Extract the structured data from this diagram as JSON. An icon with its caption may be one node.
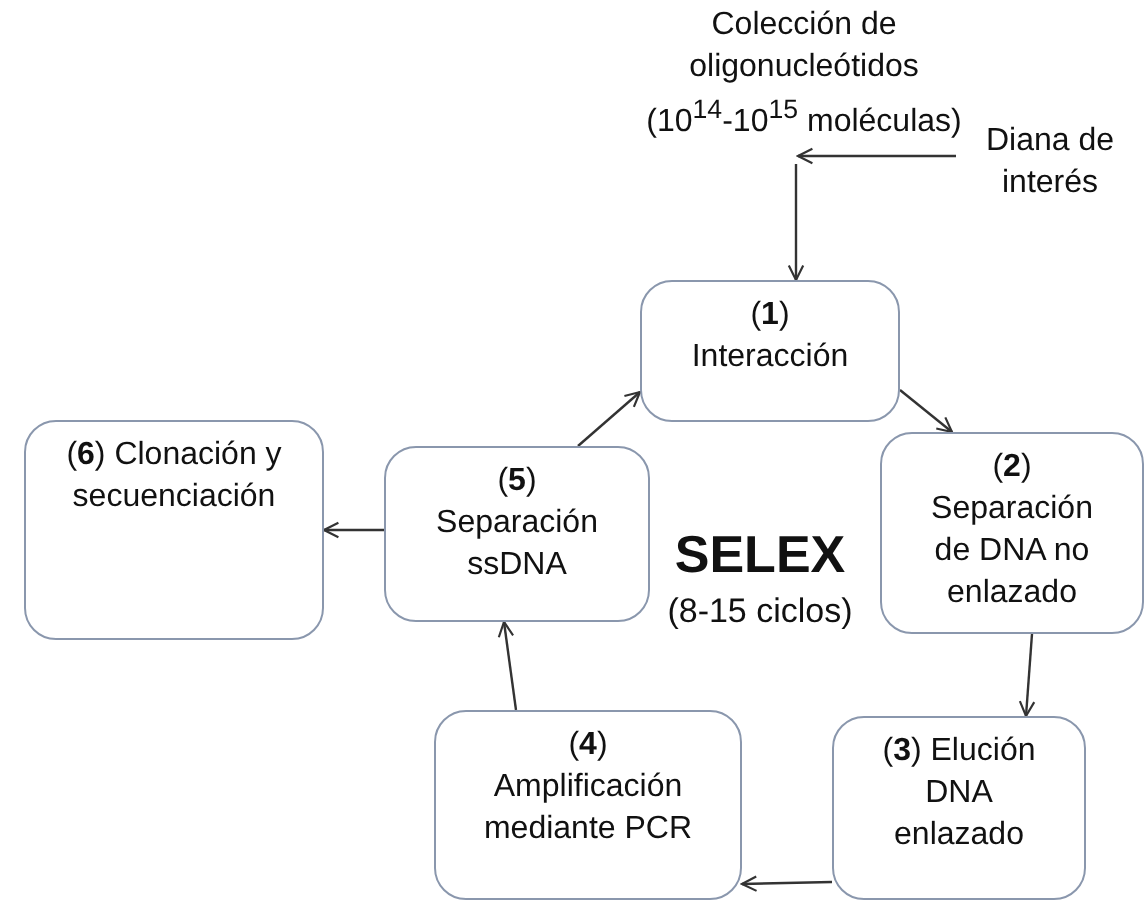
{
  "diagram": {
    "nodes": [
      {
        "text": [
          "Colección de oligonucleótidos (10$^{14}$-10$^{15}$ moléculas)"
        ]
      },
      {
        "text": [
          "Diana de interés"
        ]
      },
      {
        "text": [
          "(**1**)",
          "Interacción"
        ]
      },
      {
        "text": [
          "(**2**)",
          "Separación de DNA no enlazado"
        ]
      },
      {
        "text": [
          "(**3**) Elución DNA enlazado"
        ]
      },
      {
        "text": [
          "(**4**)",
          "Amplificación mediante PCR"
        ]
      },
      {
        "text": [
          "(**5**)",
          "Separación ssDNA"
        ]
      },
      {
        "text": [
          "(**6**) Clonación y secuenciación"
        ]
      }
    ],
    "edges": [
      {
        "from": 0,
        "to": 2,
        "arrow": "to"
      },
      {
        "from": 1,
        "to": 0,
        "arrow": "to"
      },
      {
        "from": 2,
        "to": 3,
        "arrow": "to"
      },
      {
        "from": 3,
        "to": 4,
        "arrow": "to"
      },
      {
        "from": 4,
        "to": 5,
        "arrow": "to"
      },
      {
        "from": 5,
        "to": 6,
        "arrow": "to"
      },
      {
        "from": 6,
        "to": 2,
        "arrow": "to"
      },
      {
        "from": 6,
        "to": 7,
        "arrow": "to"
      }
    ],
    "labels": [
      "SELEX",
      "(8-15 ciclos)"
    ]
  }
}
